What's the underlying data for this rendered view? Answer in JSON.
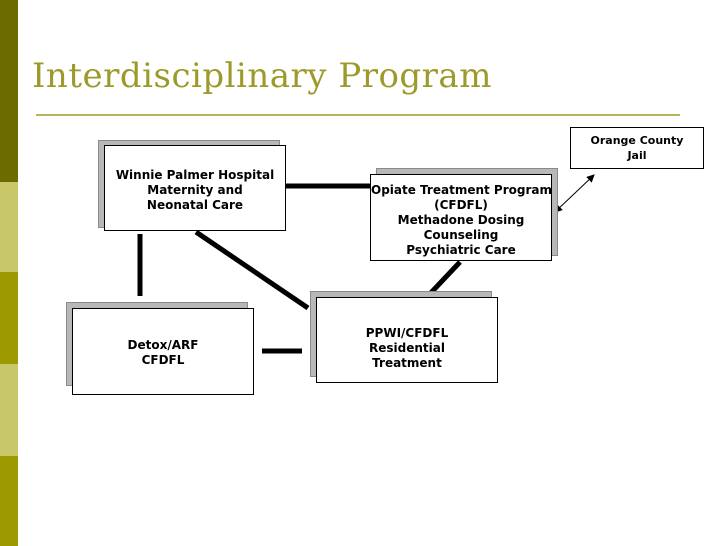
{
  "title": "Interdisciplinary Program",
  "colors": {
    "accent": "#9c9a2a",
    "sidebar": [
      "#6b6b00",
      "#c8c86a",
      "#9c9a00",
      "#c8c86a",
      "#9c9a00"
    ]
  },
  "nodes": {
    "winnie": {
      "lines": [
        "Winnie Palmer Hospital",
        "Maternity and",
        "Neonatal Care"
      ]
    },
    "opiate": {
      "lines": [
        "Opiate Treatment Program",
        "(CFDFL)",
        "Methadone Dosing",
        "Counseling",
        "Psychiatric Care"
      ]
    },
    "jail": {
      "lines": [
        "Orange County",
        "Jail"
      ]
    },
    "detox": {
      "lines": [
        "Detox/ARF",
        "CFDFL"
      ]
    },
    "ppwi": {
      "lines": [
        "PPWI/CFDFL",
        "Residential",
        "Treatment"
      ]
    }
  }
}
